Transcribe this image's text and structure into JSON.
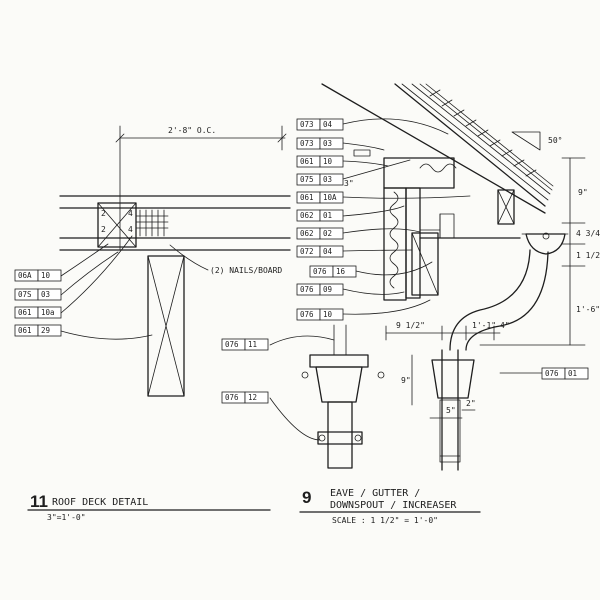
{
  "detail_11": {
    "number": "11",
    "title": "ROOF DECK DETAIL",
    "scale": "3\"=1'-0\"",
    "spacing_dim": "2'-8\" O.C.",
    "note": "(2) NAILS/BOARD",
    "hatch_labels": [
      "2",
      "4",
      "2",
      "4"
    ],
    "tags": [
      {
        "code": "06A",
        "sheet": "10"
      },
      {
        "code": "07S",
        "sheet": "03"
      },
      {
        "code": "061",
        "sheet": "10a"
      },
      {
        "code": "061",
        "sheet": "29"
      }
    ]
  },
  "detail_9": {
    "number": "9",
    "title_line1": "EAVE / GUTTER /",
    "title_line2": "DOWNSPOUT / INCREASER",
    "scale": "SCALE : 1 1/2\" = 1'-0\"",
    "tags": [
      {
        "code": "073",
        "sheet": "04"
      },
      {
        "code": "073",
        "sheet": "03"
      },
      {
        "code": "061",
        "sheet": "10"
      },
      {
        "code": "075",
        "sheet": "03"
      },
      {
        "code": "061",
        "sheet": "10A"
      },
      {
        "code": "062",
        "sheet": "01"
      },
      {
        "code": "062",
        "sheet": "02"
      },
      {
        "code": "072",
        "sheet": "04"
      },
      {
        "code": "076",
        "sheet": "16"
      },
      {
        "code": "076",
        "sheet": "09"
      },
      {
        "code": "076",
        "sheet": "10"
      },
      {
        "code": "076",
        "sheet": "11"
      },
      {
        "code": "076",
        "sheet": "12"
      },
      {
        "code": "076",
        "sheet": "01"
      }
    ],
    "dims": {
      "roof_angle": "50°",
      "top_3in": "3\"",
      "right_9in": "9\"",
      "right_4_3_4": "4 3/4\"",
      "right_1_1_2": "1 1/2\"",
      "right_1_6": "1'-6\"",
      "d_9_1_2": "9 1/2\"",
      "d_1_1": "1'-1\"",
      "d_4in": "4\"",
      "d_9in": "9\"",
      "d_5in": "5\"",
      "d_2in": "2\""
    }
  }
}
